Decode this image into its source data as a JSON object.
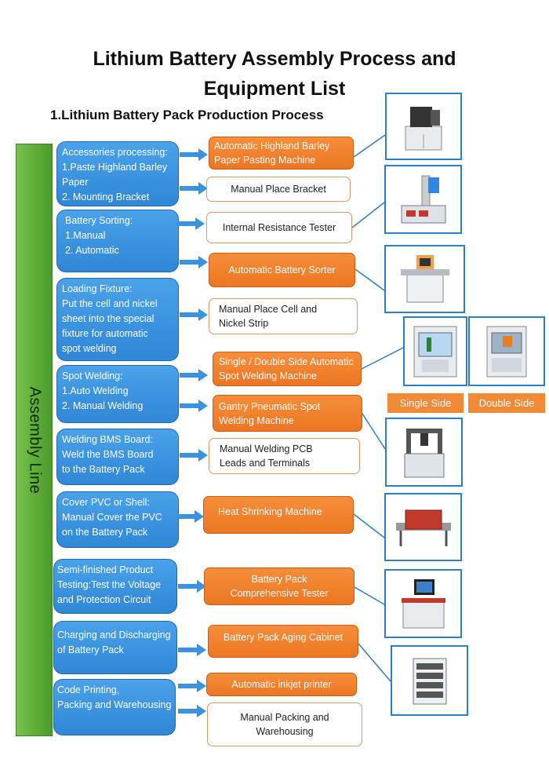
{
  "title_line1": "Lithium Battery Assembly Process and",
  "title_line2": "Equipment List",
  "subtitle": "1.Lithium Battery Pack Production Process",
  "assembly_line_label": "Assembly Line",
  "steps": [
    {
      "lines": [
        "Accessories processing:",
        "1.Paste Highland Barley",
        "Paper",
        "2. Mounting Bracket"
      ]
    },
    {
      "lines": [
        "Battery Sorting:",
        "1.Manual",
        "2. Automatic"
      ]
    },
    {
      "lines": [
        "Loading Fixture:",
        "Put the cell and nickel",
        "sheet into the special",
        "fixture for automatic",
        "spot welding"
      ]
    },
    {
      "lines": [
        "Spot Welding:",
        "1.Auto Welding",
        "2. Manual Welding"
      ]
    },
    {
      "lines": [
        "Welding BMS Board:",
        "Weld the BMS Board",
        "to the Battery Pack"
      ]
    },
    {
      "lines": [
        "Cover PVC or Shell:",
        "Manual Cover the PVC",
        "on the Battery Pack"
      ]
    },
    {
      "lines": [
        "Semi-finished Product",
        "Testing:Test the Voltage",
        "and Protection Circuit"
      ]
    },
    {
      "lines": [
        "Charging and Discharging",
        "of Battery Pack"
      ]
    },
    {
      "lines": [
        "Code Printing,",
        "Packing and Warehousing"
      ]
    }
  ],
  "equipment": [
    {
      "lines": [
        "Automatic Highland Barley",
        "Paper Pasting Machine"
      ],
      "style": "orange"
    },
    {
      "lines": [
        "Manual Place Bracket"
      ],
      "style": "white"
    },
    {
      "lines": [
        "Internal Resistance Tester"
      ],
      "style": "white"
    },
    {
      "lines": [
        "Automatic Battery Sorter"
      ],
      "style": "orange"
    },
    {
      "lines": [
        "Manual Place Cell and",
        "Nickel Strip"
      ],
      "style": "white"
    },
    {
      "lines": [
        "Single / Double Side Automatic",
        "Spot Welding Machine"
      ],
      "style": "orange"
    },
    {
      "lines": [
        "Gantry Pneumatic Spot",
        "Welding Machine"
      ],
      "style": "orange"
    },
    {
      "lines": [
        "Manual Welding PCB",
        "Leads and Terminals"
      ],
      "style": "white"
    },
    {
      "lines": [
        "Heat Shrinking Machine"
      ],
      "style": "orange"
    },
    {
      "lines": [
        "Battery Pack",
        "Comprehensive Tester"
      ],
      "style": "orange"
    },
    {
      "lines": [
        "Battery Pack Aging Cabinet"
      ],
      "style": "orange"
    },
    {
      "lines": [
        "Automatic inkjet printer"
      ],
      "style": "orange"
    },
    {
      "lines": [
        "Manual Packing and",
        "Warehousing"
      ],
      "style": "white"
    }
  ],
  "tags": {
    "single_side": "Single Side",
    "double_side": "Double Side"
  },
  "colors": {
    "step_blue": "#3a93e0",
    "equipment_orange": "#ef7e2c",
    "assembly_green": "#62b23e",
    "photo_border": "#2c7fc4"
  }
}
